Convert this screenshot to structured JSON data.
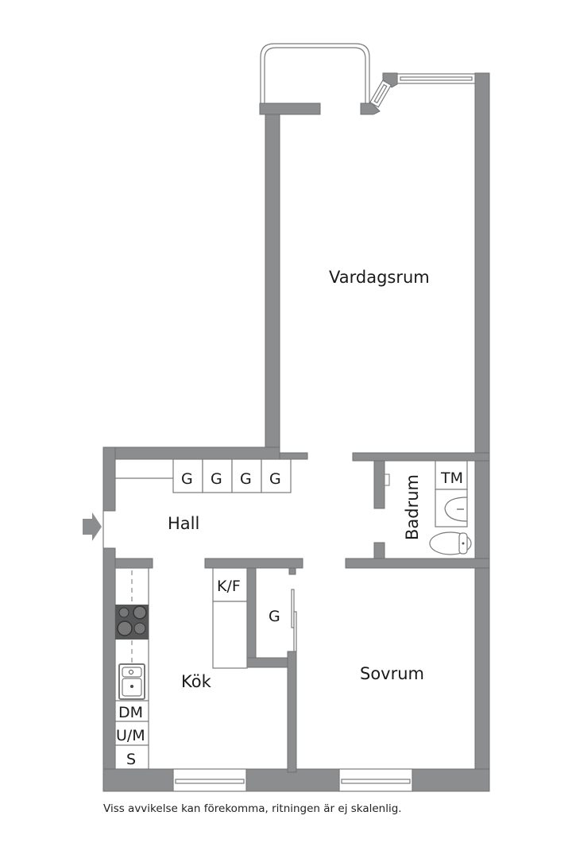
{
  "floorplan": {
    "rooms": {
      "vardagsrum": "Vardagsrum",
      "hall": "Hall",
      "badrum": "Badrum",
      "kok": "Kök",
      "sovrum": "Sovrum"
    },
    "hall_wardrobes": [
      "G",
      "G",
      "G",
      "G"
    ],
    "bathroom_fixtures": {
      "washing_machine": "TM"
    },
    "kitchen_units": {
      "fridge_freezer": "K/F",
      "dishwasher": "DM",
      "oven_micro": "U/M",
      "cabinet": "S"
    },
    "closet": "G",
    "entrance_marker": "entrance-arrow",
    "colors": {
      "wall": "#8c8d8e",
      "background": "#ffffff",
      "text": "#1a1a1a"
    }
  },
  "footer": {
    "disclaimer": "Viss avvikelse kan förekomma, ritningen är ej skalenlig."
  }
}
